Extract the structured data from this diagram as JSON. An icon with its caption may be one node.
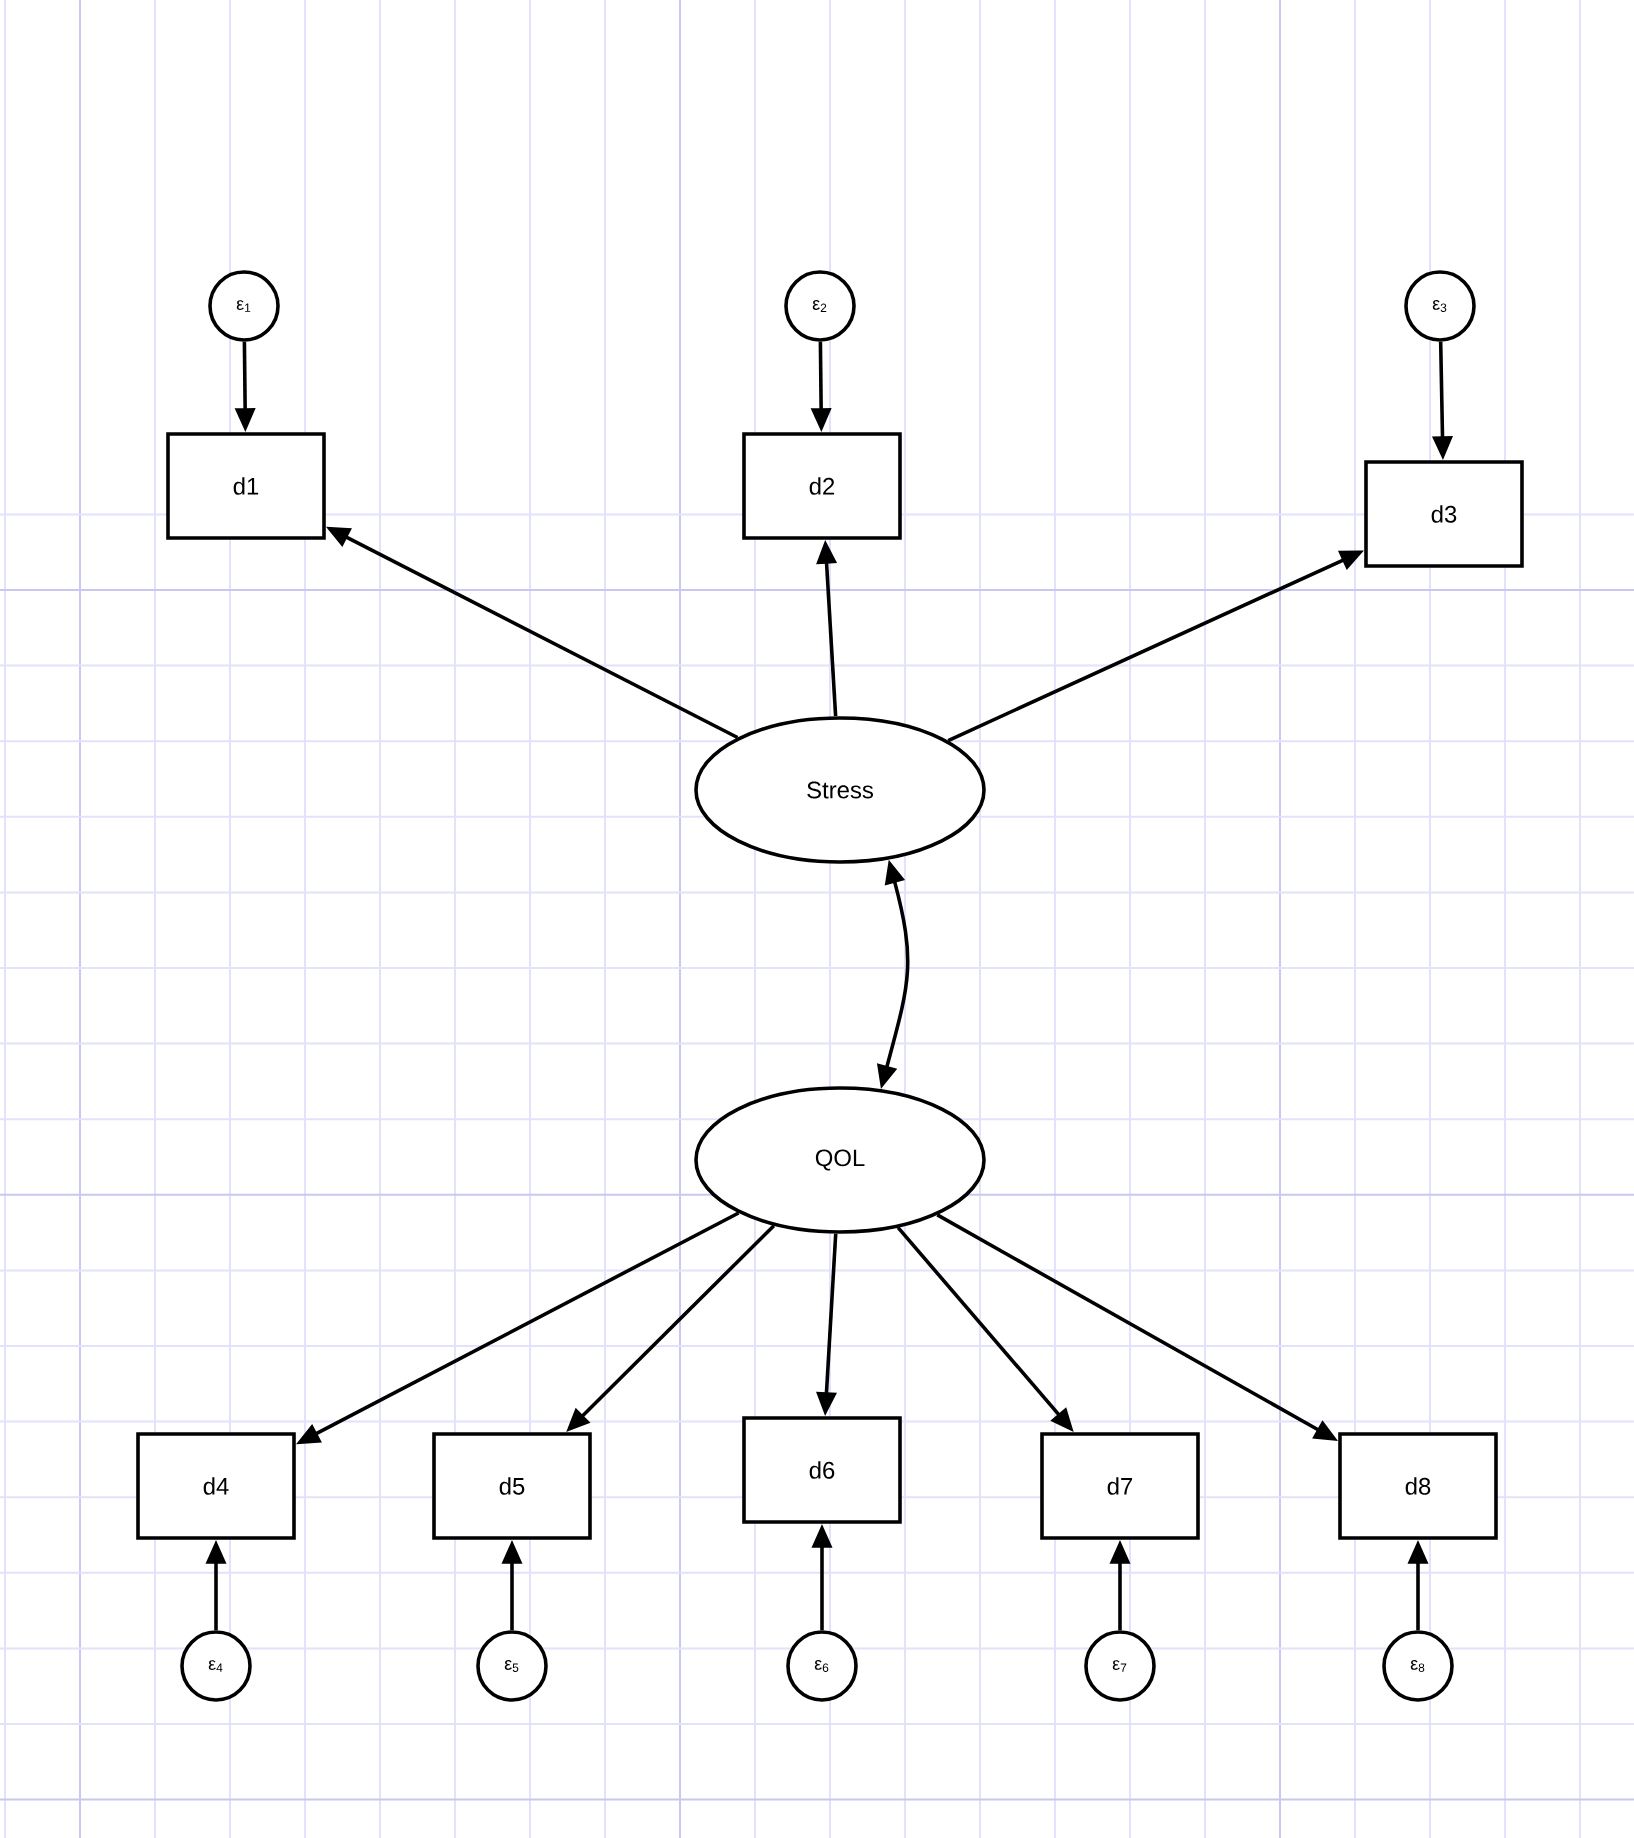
{
  "diagram": {
    "nodes": [
      {
        "text": [
          "ε$_{1}$"
        ]
      },
      {
        "text": [
          "ε$_{2}$"
        ]
      },
      {
        "text": [
          "ε$_{3}$"
        ]
      },
      {
        "text": [
          "d1"
        ]
      },
      {
        "text": [
          "d2"
        ]
      },
      {
        "text": [
          "d3"
        ]
      },
      {
        "text": [
          "Stress"
        ]
      },
      {
        "text": [
          "QOL"
        ]
      },
      {
        "text": [
          "d4"
        ]
      },
      {
        "text": [
          "d5"
        ]
      },
      {
        "text": [
          "d6"
        ]
      },
      {
        "text": [
          "d7"
        ]
      },
      {
        "text": [
          "d8"
        ]
      },
      {
        "text": [
          "ε$_{4}$"
        ]
      },
      {
        "text": [
          "ε$_{5}$"
        ]
      },
      {
        "text": [
          "ε$_{6}$"
        ]
      },
      {
        "text": [
          "ε$_{7}$"
        ]
      },
      {
        "text": [
          "ε$_{8}$"
        ]
      }
    ],
    "edges": [
      {
        "from": 0,
        "to": 3,
        "arrow": "to"
      },
      {
        "from": 1,
        "to": 4,
        "arrow": "to"
      },
      {
        "from": 2,
        "to": 5,
        "arrow": "to"
      },
      {
        "from": 6,
        "to": 3,
        "arrow": "to"
      },
      {
        "from": 6,
        "to": 4,
        "arrow": "to"
      },
      {
        "from": 6,
        "to": 5,
        "arrow": "to"
      },
      {
        "from": 7,
        "to": 6,
        "arrow": "both"
      },
      {
        "from": 7,
        "to": 8,
        "arrow": "to"
      },
      {
        "from": 7,
        "to": 9,
        "arrow": "to"
      },
      {
        "from": 7,
        "to": 10,
        "arrow": "to"
      },
      {
        "from": 7,
        "to": 11,
        "arrow": "to"
      },
      {
        "from": 7,
        "to": 12,
        "arrow": "to"
      },
      {
        "from": 13,
        "to": 8,
        "arrow": "to"
      },
      {
        "from": 14,
        "to": 9,
        "arrow": "to"
      },
      {
        "from": 15,
        "to": 10,
        "arrow": "to"
      },
      {
        "from": 16,
        "to": 11,
        "arrow": "to"
      },
      {
        "from": 17,
        "to": 12,
        "arrow": "to"
      }
    ]
  }
}
